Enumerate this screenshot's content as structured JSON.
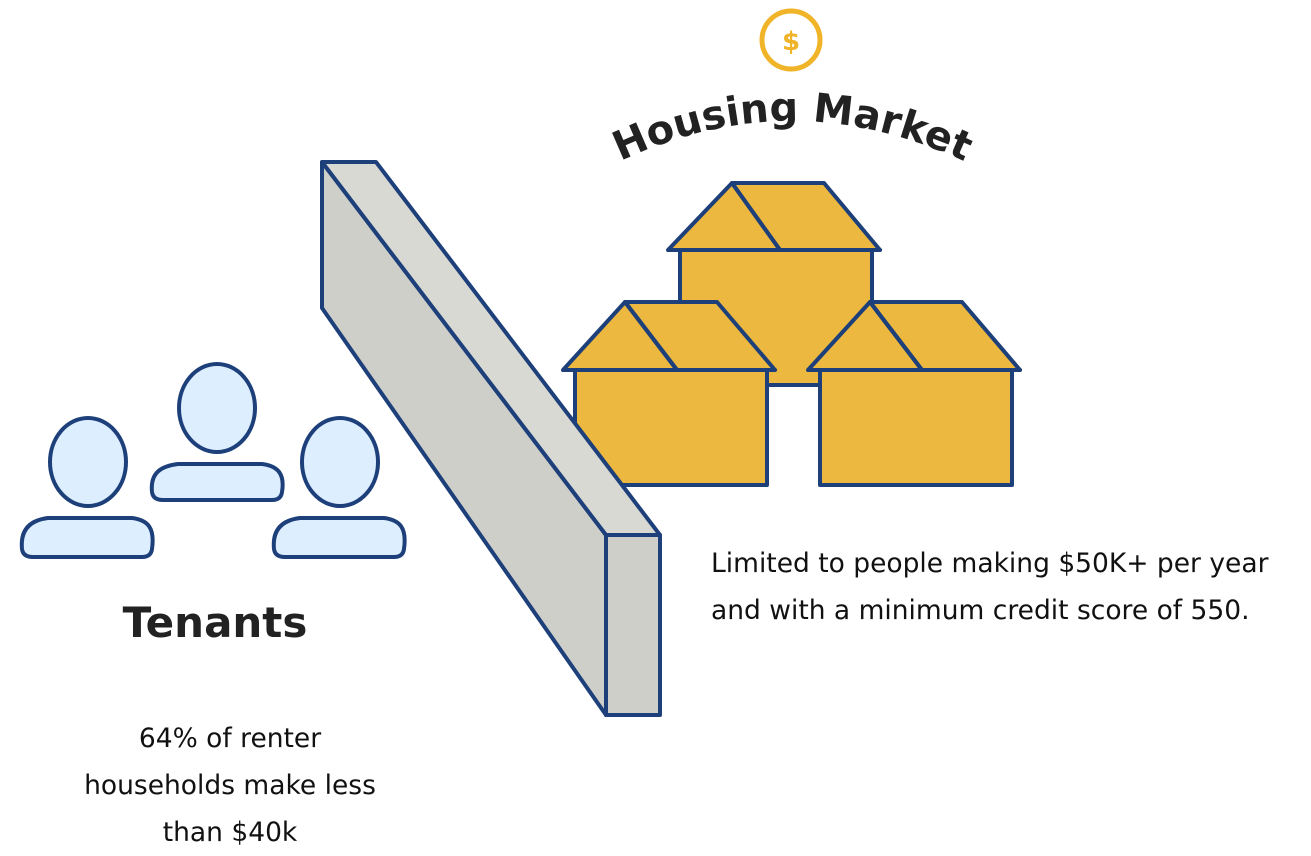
{
  "market": {
    "title": "Housing Market",
    "currency_symbol": "$",
    "note_lines": [
      "Limited to people making $50K+ per year",
      "and with a minimum credit score of 550."
    ]
  },
  "tenants": {
    "title": "Tenants",
    "note_lines": [
      "64% of renter",
      "households make less",
      "than $40k"
    ]
  },
  "colors": {
    "outline": "#1d3f7a",
    "house_fill": "#ecb83f",
    "wall_face": "#cfcfc9",
    "wall_top": "#d9d9d3",
    "person_fill": "#ddeeff",
    "coin": "#f0b429"
  },
  "icons": {
    "coin": "dollar-coin-icon",
    "houses": "house-icon",
    "people": "person-icon",
    "barrier": "wall-barrier"
  }
}
